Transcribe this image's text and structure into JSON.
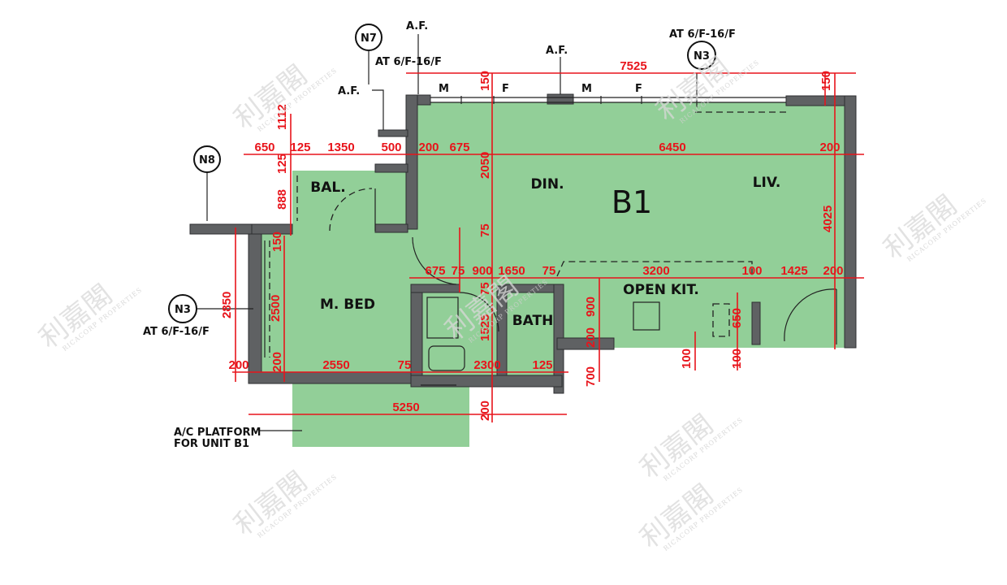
{
  "unit": {
    "name": "B1"
  },
  "rooms": {
    "din": "DIN.",
    "liv": "LIV.",
    "bal": "BAL.",
    "mbed": "M. BED",
    "bath": "BATH",
    "kit": "OPEN KIT."
  },
  "callouts": {
    "n7": "N7",
    "n3_top": "N3",
    "n8": "N8",
    "n3_left": "N3"
  },
  "notes": {
    "af_1": "A.F.",
    "af_2": "A.F.",
    "af_3": "A.F.",
    "floors_n7": "AT 6/F-16/F",
    "floors_n3_top": "AT 6/F-16/F",
    "floors_n3_left": "AT 6/F-16/F",
    "ac_line1": "A/C PLATFORM",
    "ac_line2": "FOR UNIT B1",
    "window_m1": "M",
    "window_f1": "F",
    "window_m2": "M",
    "window_f2": "F"
  },
  "dimensions": {
    "d7525": "7525",
    "d150_top": "150",
    "d150_right": "150",
    "d1112": "1112",
    "d650": "650",
    "d125_a": "125",
    "d1350": "1350",
    "d500": "500",
    "d200_a": "200",
    "d675_a": "675",
    "d6450": "6450",
    "d200_b": "200",
    "d1125": "125",
    "d888": "888",
    "d2050": "2050",
    "d75_v": "75",
    "d4025": "4025",
    "d150_left": "150",
    "d675_b": "675",
    "d75_a": "75",
    "d900_a": "900",
    "d1650": "1650",
    "d75_b": "75",
    "d3200": "3200",
    "d100_a": "100",
    "d1425": "1425",
    "d200_c": "200",
    "d2850": "2850",
    "d2500": "2500",
    "d75_vb": "75",
    "d1525": "1525",
    "d200_d": "200",
    "d900_b": "900",
    "d650_k": "650",
    "d200_e": "200",
    "d200_f": "200",
    "d2550": "2550",
    "d75_c": "75",
    "d2300": "2300",
    "d125_b": "125",
    "d100_b": "100",
    "d100_c": "100",
    "d700": "700",
    "d5250": "5250",
    "d200_g": "200"
  },
  "watermark": {
    "brand": "利嘉閣",
    "sub": "RICACORP PROPERTIES"
  },
  "colors": {
    "floor": "#92cf98",
    "wall": "#5f6163",
    "dimension": "#e8141b"
  }
}
